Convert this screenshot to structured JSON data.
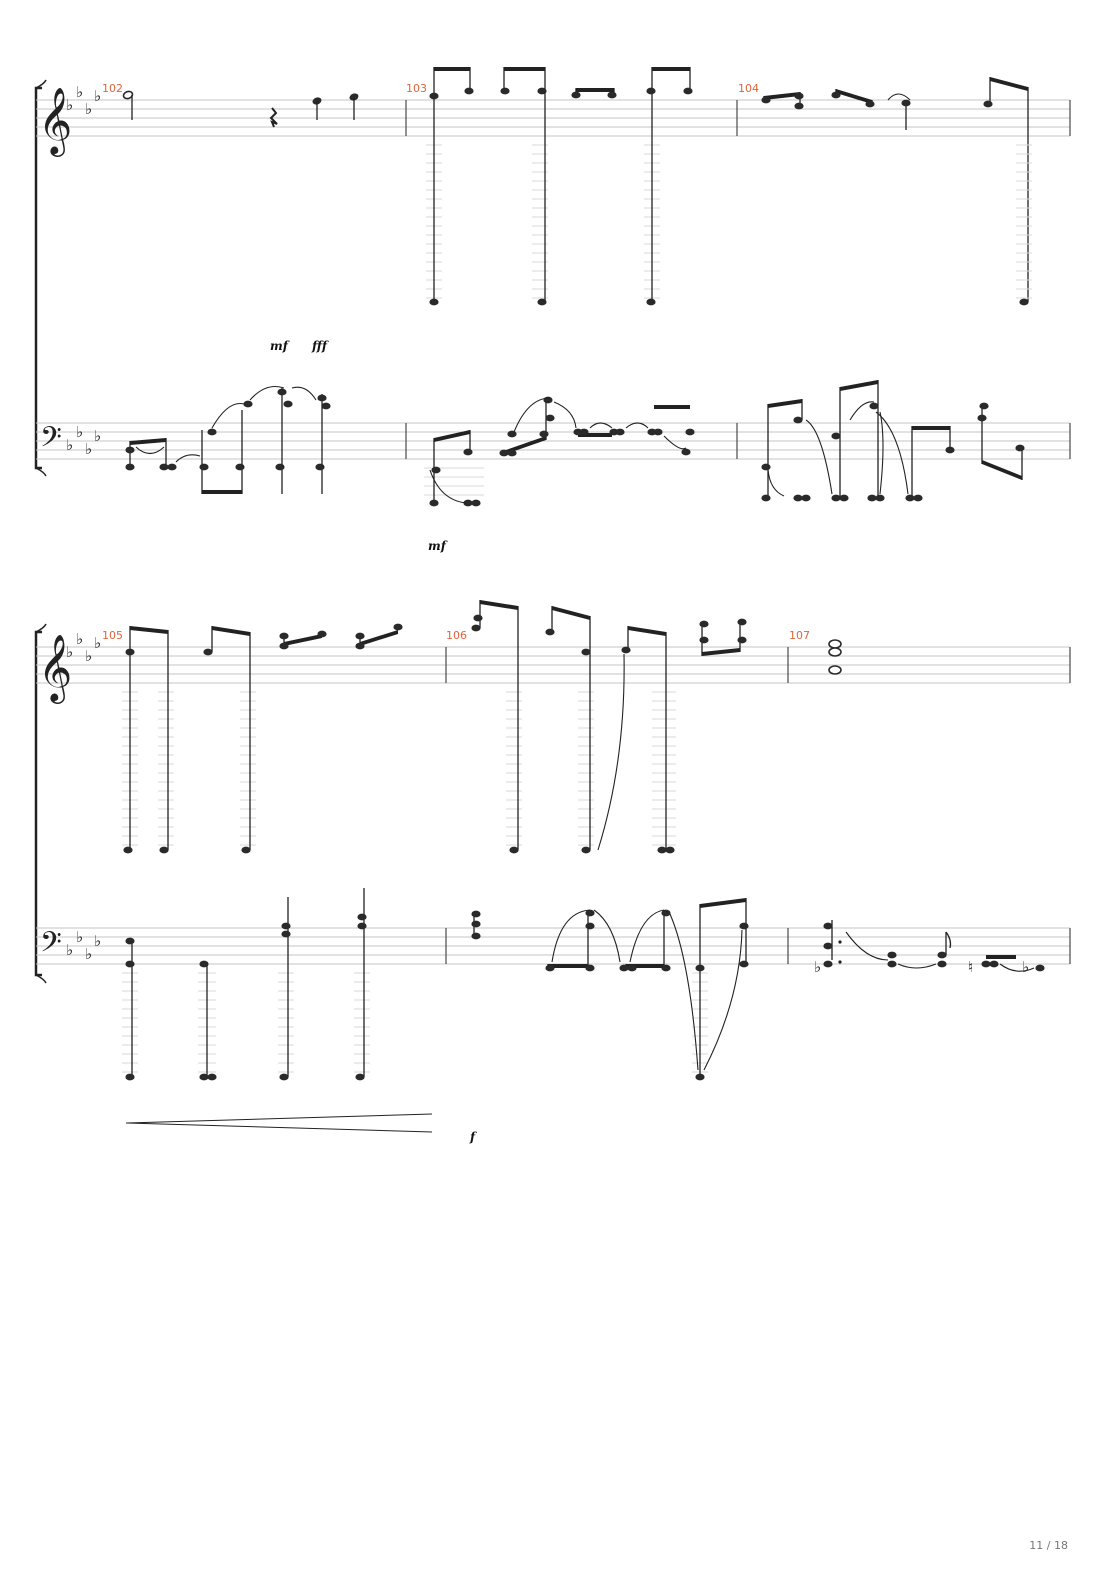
{
  "document": {
    "type": "sheet-music",
    "key_signature": "4 flats",
    "page_number": "11 / 18"
  },
  "systems": [
    {
      "measures": [
        "102",
        "103",
        "104"
      ],
      "dynamics": [
        "mf",
        "fff",
        "mf"
      ]
    },
    {
      "measures": [
        "105",
        "106",
        "107"
      ],
      "dynamics": [
        "f"
      ]
    }
  ],
  "colors": {
    "measure_number": "#e0643c",
    "ink": "#222222",
    "staff_line": "#c4c4c4"
  }
}
